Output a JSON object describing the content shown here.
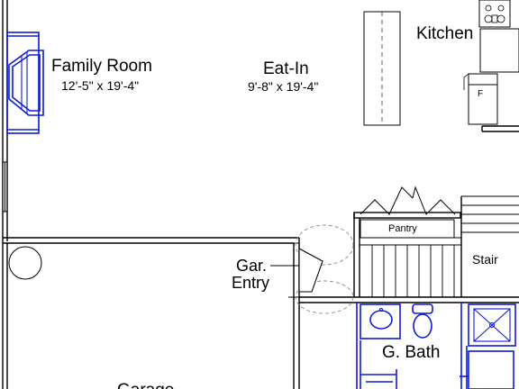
{
  "rooms": {
    "family_room": {
      "name": "Family Room",
      "dims": "12'-5\" x 19'-4\""
    },
    "eat_in": {
      "name": "Eat-In",
      "dims": "9'-8\" x 19'-4\""
    },
    "kitchen": {
      "name": "Kitchen"
    },
    "pantry": {
      "name": "Pantry"
    },
    "stair": {
      "name": "Stair"
    },
    "garage_entry": {
      "line1": "Gar.",
      "line2": "Entry"
    },
    "g_bath": {
      "name": "G. Bath"
    },
    "garage": {
      "name": "Garage"
    }
  },
  "appliances": {
    "fridge_label": "F"
  },
  "colors": {
    "walls": "#000000",
    "fixtures": "#0b1bd4",
    "door_swing": "#888888",
    "background": "#ffffff"
  }
}
